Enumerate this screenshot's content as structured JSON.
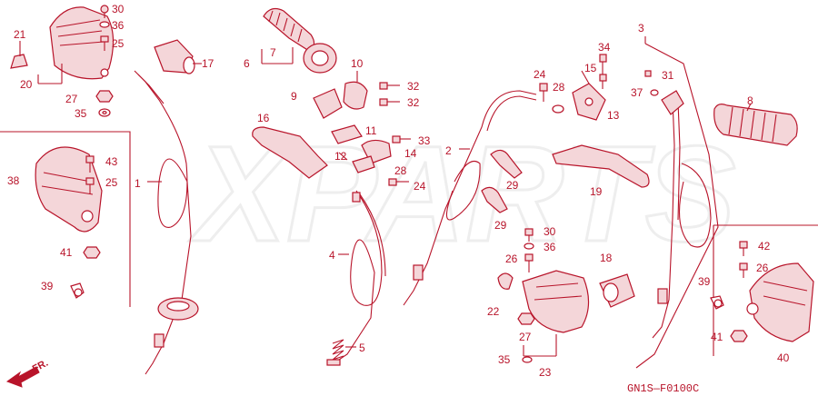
{
  "diagram_code": "GN1S—F0100C",
  "direction_label": "FR.",
  "watermark": "XPARTS",
  "callouts": [
    "1",
    "2",
    "3",
    "4",
    "5",
    "6",
    "7",
    "8",
    "9",
    "10",
    "11",
    "12",
    "13",
    "14",
    "15",
    "16",
    "17",
    "18",
    "19",
    "20",
    "21",
    "22",
    "23",
    "24",
    "25",
    "26",
    "27",
    "28",
    "29",
    "30",
    "31",
    "32",
    "33",
    "34",
    "35",
    "36",
    "37",
    "38",
    "39",
    "40",
    "41",
    "42",
    "43"
  ],
  "colors": {
    "line": "#b8142a",
    "fill": "#f4d6d9",
    "watermark": "#eeeeee"
  }
}
